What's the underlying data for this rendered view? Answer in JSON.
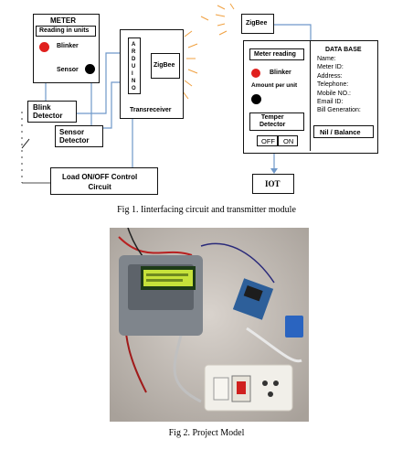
{
  "meter": {
    "title": "METER",
    "reading": "Reading in units",
    "blinker": "Blinker",
    "sensor": "Sensor"
  },
  "blink_detector": "Blink\nDetector",
  "sensor_detector": "Sensor\nDetector",
  "arduino": {
    "letters": [
      "A",
      "R",
      "D",
      "U",
      "I",
      "N",
      "O"
    ],
    "zigbee": "ZigBee",
    "transreceiver": "Transreceiver"
  },
  "load_control": "Load ON/OFF Control\nCircuit",
  "zigbee_top": "ZigBee",
  "panel": {
    "meter_reading": "Meter reading",
    "blinker": "Blinker",
    "amount": "Amount per unit",
    "temper": "Temper\nDetector",
    "off": "OFF",
    "on": "ON"
  },
  "database": {
    "title": "DATA BASE",
    "fields": [
      "Name:",
      "Meter ID:",
      "Address:",
      "Telephone:",
      "Mobile NO.:",
      "Email ID:",
      "Bill Generation:"
    ],
    "nil": "Nil / Balance"
  },
  "iot": "IOT",
  "fig1_caption": "Fig 1. Iinterfacing circuit and transmitter module",
  "fig2_caption": "Fig 2.  Project Model",
  "colors": {
    "wire": "#6f98c9",
    "signal": "#f0a040",
    "blinker": "#e0201e",
    "lcd": "#c6e23a"
  }
}
